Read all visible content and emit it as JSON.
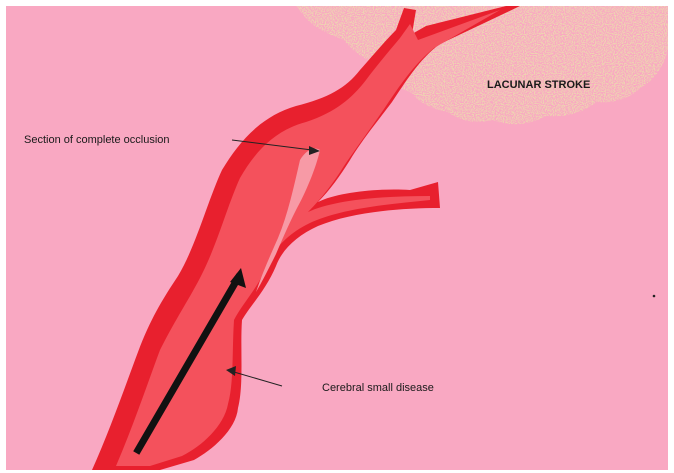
{
  "labels": {
    "occlusion": "Section of complete occlusion",
    "lacunar": "LACUNAR STROKE",
    "small_disease": "Cerebral small disease"
  },
  "colors": {
    "background": "#f9a8c2",
    "frame": "#ffffff",
    "vessel_outer": "#e8202e",
    "vessel_inner": "#f4515c",
    "vessel_highlight": "#f79aa6",
    "infarct": "#d9a76e",
    "flow_arrow": "#111111",
    "pointer": "#222222"
  },
  "icons": {
    "flow": "flow-direction-arrow-icon"
  }
}
